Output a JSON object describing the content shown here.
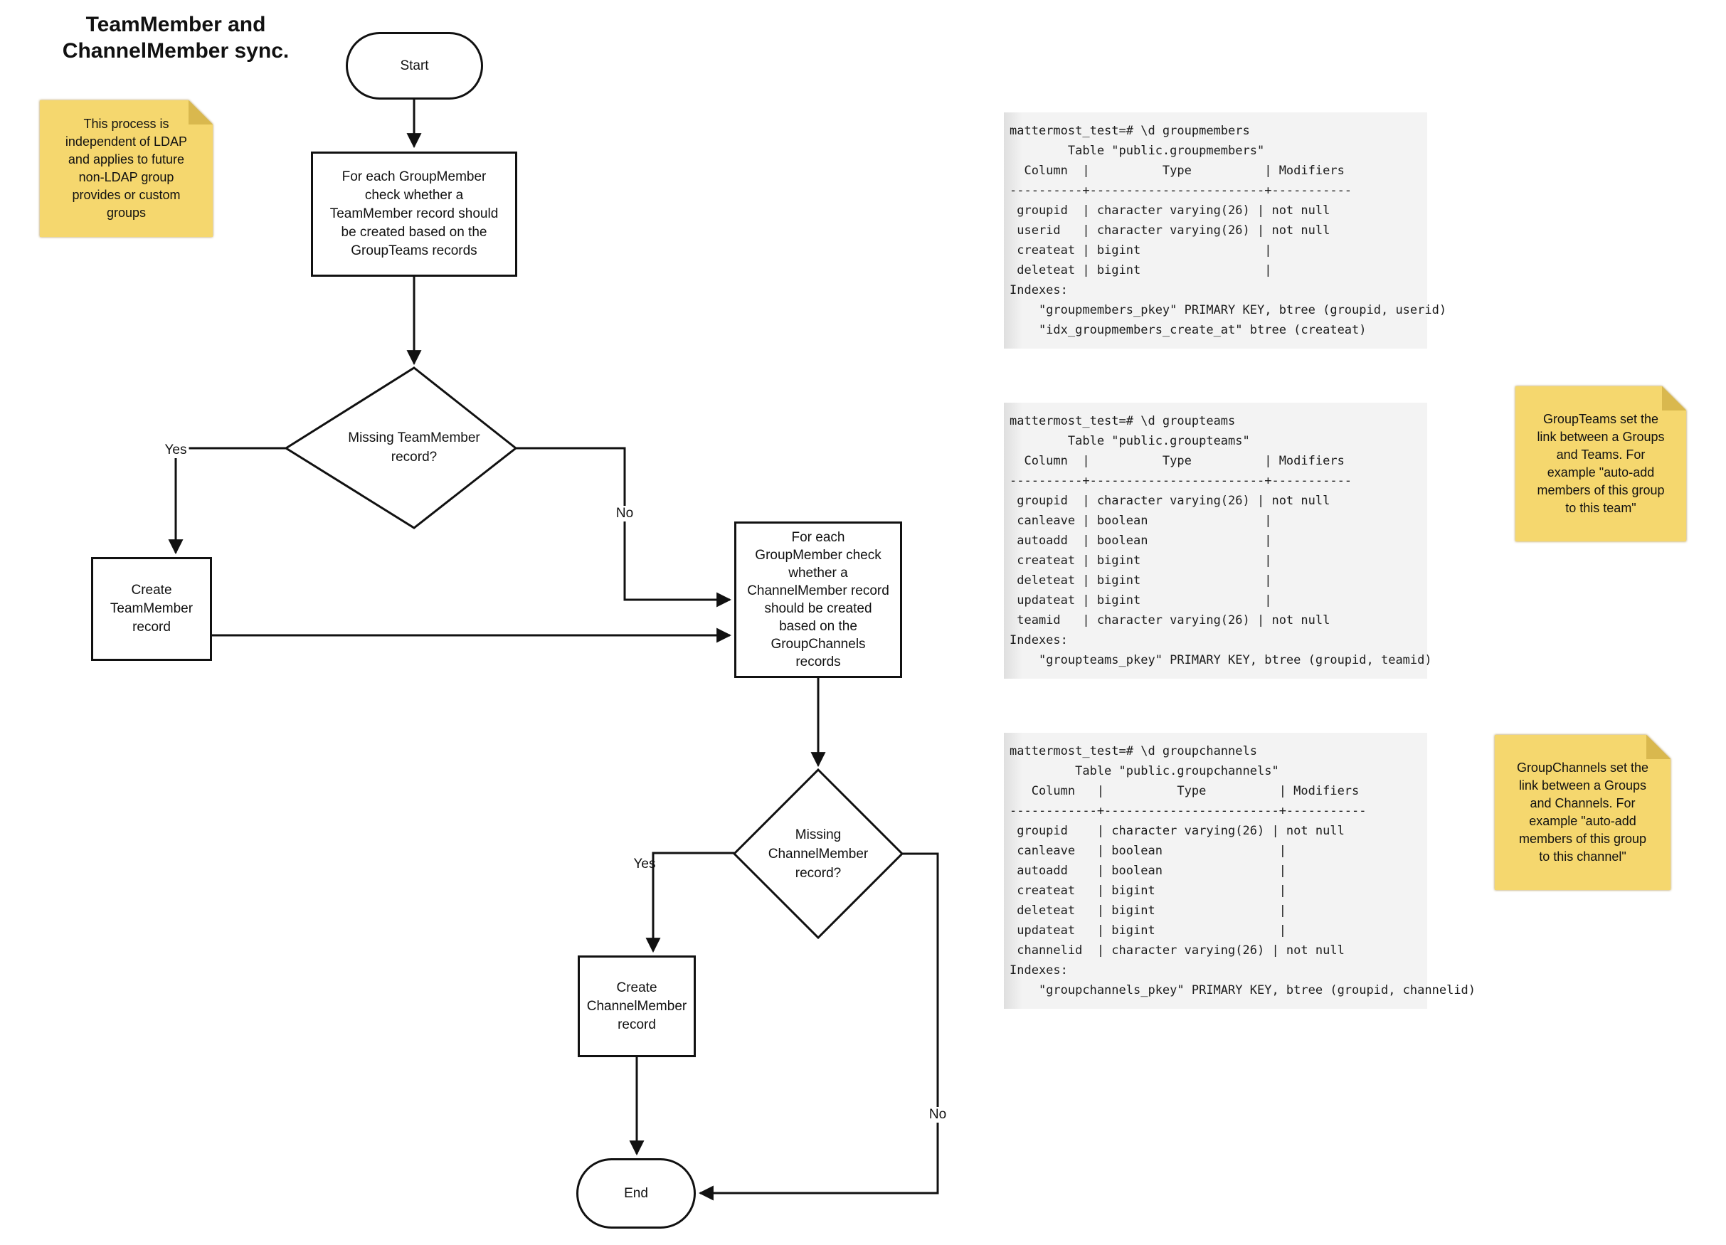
{
  "title": "TeamMember and\nChannelMember sync.",
  "notes": {
    "process_note": "This process is\nindependent of LDAP\nand applies to future\nnon-LDAP group\nprovides or custom\ngroups",
    "groupteams_note": "GroupTeams set the\nlink between a Groups\nand Teams. For\nexample \"auto-add\nmembers of this group\nto this team\"",
    "groupchannels_note": "GroupChannels set the\nlink between a Groups\nand Channels. For\nexample \"auto-add\nmembers of this group\nto this channel\""
  },
  "flowchart": {
    "start_label": "Start",
    "process1": "For each GroupMember\ncheck whether a\nTeamMember record should\nbe created based on the\nGroupTeams records",
    "decision1": "Missing TeamMember\nrecord?",
    "create_team": "Create\nTeamMember\nrecord",
    "process2": "For each\nGroupMember check\nwhether a\nChannelMember record\nshould be created\nbased on the\nGroupChannels\nrecords",
    "decision2": "Missing\nChannelMember\nrecord?",
    "create_channel": "Create\nChannelMember\nrecord",
    "end_label": "End",
    "labels": {
      "yes1": "Yes",
      "no1": "No",
      "yes2": "Yes",
      "no2": "No"
    }
  },
  "code_blocks": [
    {
      "name": "groupmembers",
      "text": "mattermost_test=# \\d groupmembers\n        Table \"public.groupmembers\"\n  Column  |          Type          | Modifiers\n----------+------------------------+-----------\n groupid  | character varying(26) | not null\n userid   | character varying(26) | not null\n createat | bigint                 |\n deleteat | bigint                 |\nIndexes:\n    \"groupmembers_pkey\" PRIMARY KEY, btree (groupid, userid)\n    \"idx_groupmembers_create_at\" btree (createat)"
    },
    {
      "name": "groupteams",
      "text": "mattermost_test=# \\d groupteams\n        Table \"public.groupteams\"\n  Column  |          Type          | Modifiers\n----------+------------------------+-----------\n groupid  | character varying(26) | not null\n canleave | boolean                |\n autoadd  | boolean                |\n createat | bigint                 |\n deleteat | bigint                 |\n updateat | bigint                 |\n teamid   | character varying(26) | not null\nIndexes:\n    \"groupteams_pkey\" PRIMARY KEY, btree (groupid, teamid)"
    },
    {
      "name": "groupchannels",
      "text": "mattermost_test=# \\d groupchannels\n         Table \"public.groupchannels\"\n   Column   |          Type          | Modifiers\n------------+------------------------+-----------\n groupid    | character varying(26) | not null\n canleave   | boolean                |\n autoadd    | boolean                |\n createat   | bigint                 |\n deleteat   | bigint                 |\n updateat   | bigint                 |\n channelid  | character varying(26) | not null\nIndexes:\n    \"groupchannels_pkey\" PRIMARY KEY, btree (groupid, channelid)"
    }
  ],
  "colors": {
    "sticky_fill": "#f5d76e",
    "sticky_fold": "#d9b84e",
    "line": "#111111",
    "code_bg": "#f3f3f3"
  }
}
